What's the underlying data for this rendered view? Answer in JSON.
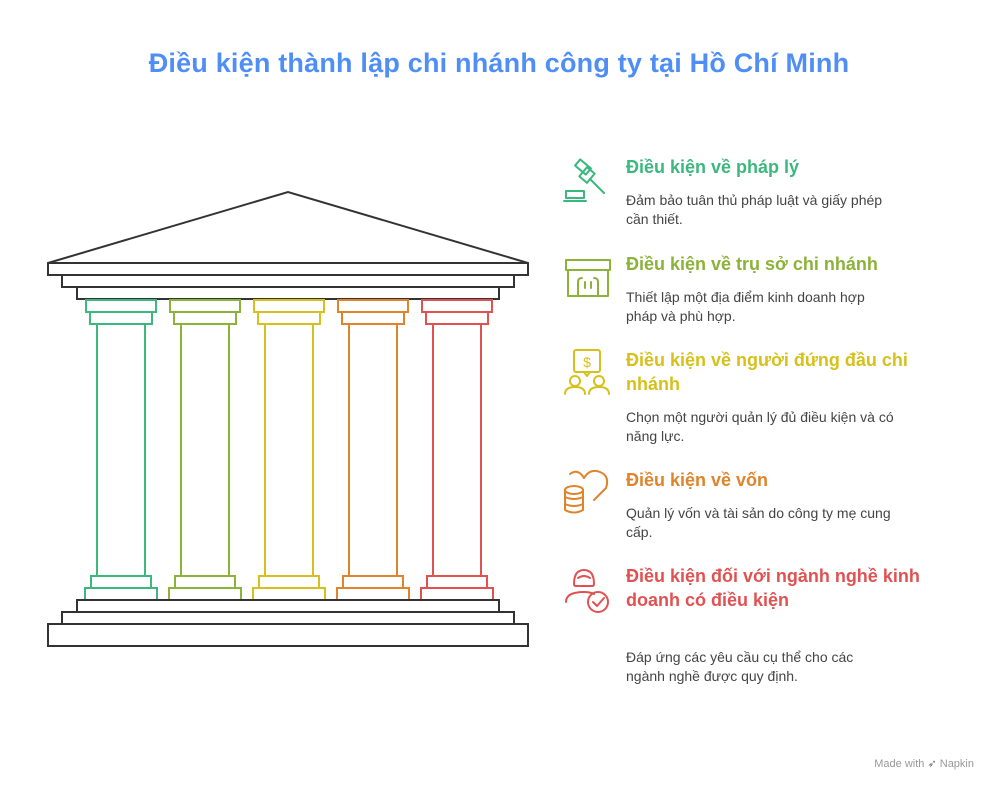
{
  "title": "Điều kiện thành lập chi nhánh công ty tại Hồ Chí Minh",
  "items": [
    {
      "heading": "Điều kiện về pháp lý",
      "desc": "Đảm bảo tuân thủ pháp luật và giấy phép cần thiết.",
      "color": "#3cb87f",
      "icon": "gavel-icon"
    },
    {
      "heading": "Điều kiện về trụ sở chi nhánh",
      "desc": "Thiết lập một địa điểm kinh doanh hợp pháp và phù hợp.",
      "color": "#8cb23a",
      "icon": "storefront-icon"
    },
    {
      "heading": "Điều kiện về người đứng đầu chi nhánh",
      "desc": "Chọn một người quản lý đủ điều kiện và có năng lực.",
      "color": "#d6c11c",
      "icon": "people-money-icon"
    },
    {
      "heading": "Điều kiện về vốn",
      "desc": "Quản lý vốn và tài sản do công ty mẹ cung cấp.",
      "color": "#e0842b",
      "icon": "coins-heart-icon"
    },
    {
      "heading": "Điều kiện đối với ngành nghề kinh doanh có điều kiện",
      "desc": "Đáp ứng các yêu cầu cụ thể cho các ngành nghề được quy định.",
      "color": "#e05252",
      "icon": "person-check-icon"
    }
  ],
  "footer": {
    "made_with": "Made with",
    "brand": "Napkin"
  }
}
